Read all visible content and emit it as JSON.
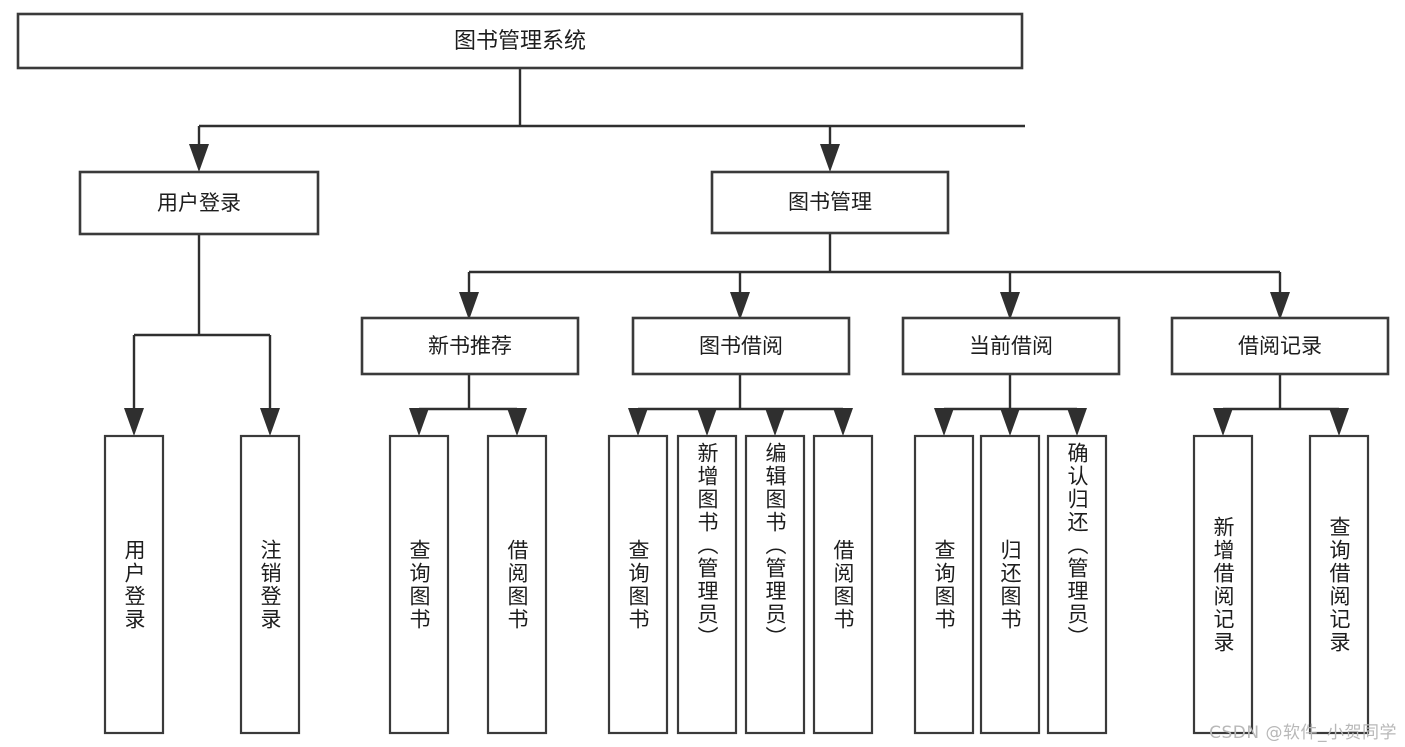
{
  "diagram": {
    "type": "tree",
    "title": "图书管理系统",
    "watermark": "CSDN @软件_小贺同学",
    "colors": {
      "background": "#ffffff",
      "box_stroke": "#3a3a3a",
      "connector": "#2f2f2f",
      "text": "#1d1d1d",
      "watermark": "#b8b8b8"
    },
    "root": {
      "label": "图书管理系统",
      "level": 0
    },
    "level1": [
      {
        "label": "用户登录"
      },
      {
        "label": "图书管理"
      }
    ],
    "level2": [
      {
        "label": "新书推荐",
        "parent": "图书管理"
      },
      {
        "label": "图书借阅",
        "parent": "图书管理"
      },
      {
        "label": "当前借阅",
        "parent": "图书管理"
      },
      {
        "label": "借阅记录",
        "parent": "图书管理"
      }
    ],
    "leaves": {
      "用户登录": [
        {
          "label": "用户登录"
        },
        {
          "label": "注销登录"
        }
      ],
      "新书推荐": [
        {
          "label": "查询图书"
        },
        {
          "label": "借阅图书"
        }
      ],
      "图书借阅": [
        {
          "label": "查询图书"
        },
        {
          "label": "新增图书（管理员）"
        },
        {
          "label": "编辑图书（管理员）"
        },
        {
          "label": "借阅图书"
        }
      ],
      "当前借阅": [
        {
          "label": "查询图书"
        },
        {
          "label": "归还图书"
        },
        {
          "label": "确认归还（管理员）"
        }
      ],
      "借阅记录": [
        {
          "label": "新增借阅记录"
        },
        {
          "label": "查询借阅记录"
        }
      ]
    }
  }
}
